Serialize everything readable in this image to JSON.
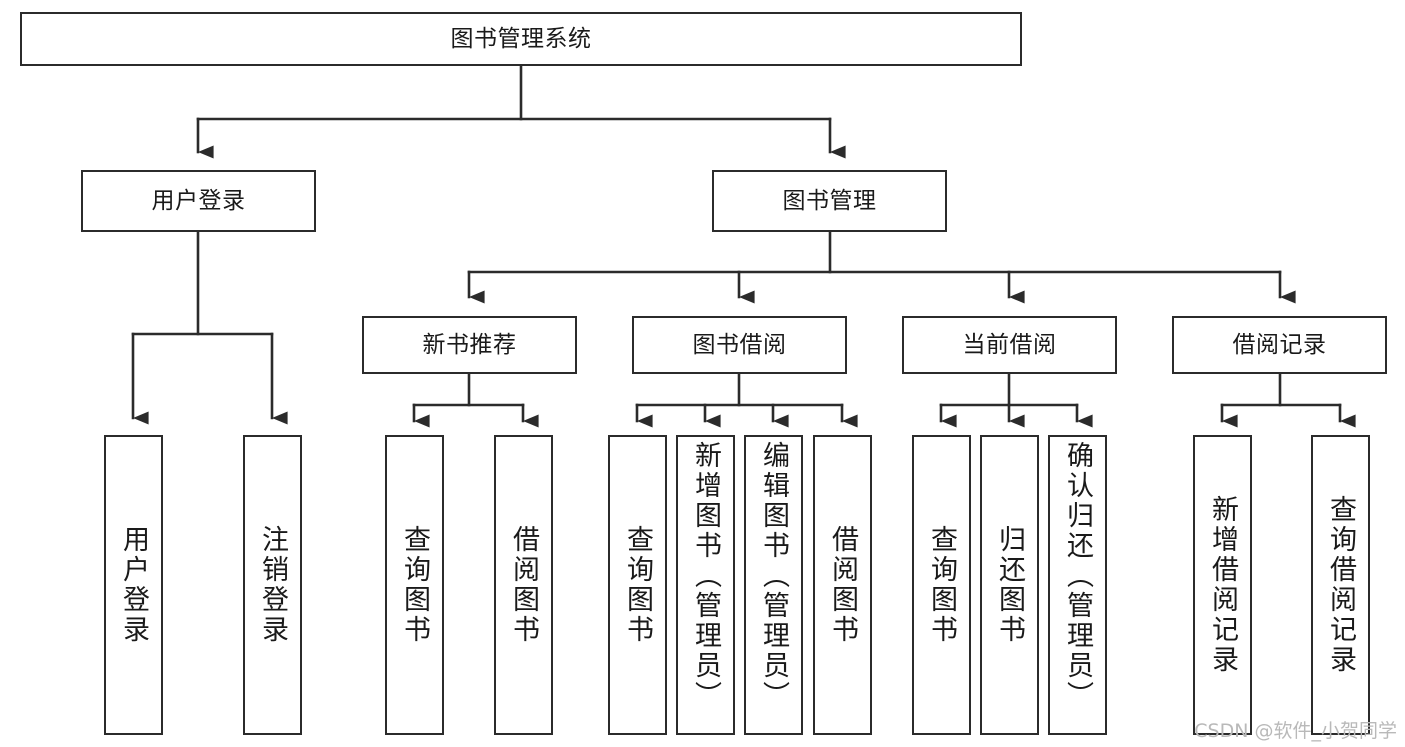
{
  "diagram": {
    "type": "tree-hierarchy",
    "title": "图书管理系统",
    "watermark": "CSDN @软件_小贺同学",
    "stroke_color": "#2b2b2b",
    "fill_color": "#ffffff",
    "text_color": "#1a1a1a",
    "nodes": {
      "root": {
        "label": "图书管理系统"
      },
      "level2": [
        {
          "id": "user-login",
          "label": "用户登录"
        },
        {
          "id": "book-manage",
          "label": "图书管理"
        }
      ],
      "level3": [
        {
          "id": "new-book-recommend",
          "label": "新书推荐"
        },
        {
          "id": "book-borrow",
          "label": "图书借阅"
        },
        {
          "id": "current-borrow",
          "label": "当前借阅"
        },
        {
          "id": "borrow-record",
          "label": "借阅记录"
        }
      ],
      "leaves": {
        "user-login": [
          {
            "id": "leaf-user-login",
            "label": "用户登录"
          },
          {
            "id": "leaf-logout-login",
            "label": "注销登录"
          }
        ],
        "new-book-recommend": [
          {
            "id": "leaf-query-book-1",
            "label": "查询图书"
          },
          {
            "id": "leaf-borrow-book-1",
            "label": "借阅图书"
          }
        ],
        "book-borrow": [
          {
            "id": "leaf-query-book-2",
            "label": "查询图书"
          },
          {
            "id": "leaf-add-book-admin",
            "label": "新增图书（管理员）"
          },
          {
            "id": "leaf-edit-book-admin",
            "label": "编辑图书（管理员）"
          },
          {
            "id": "leaf-borrow-book-2",
            "label": "借阅图书"
          }
        ],
        "current-borrow": [
          {
            "id": "leaf-query-book-3",
            "label": "查询图书"
          },
          {
            "id": "leaf-return-book",
            "label": "归还图书"
          },
          {
            "id": "leaf-confirm-return-admin",
            "label": "确认归还（管理员）"
          }
        ],
        "borrow-record": [
          {
            "id": "leaf-add-borrow-record",
            "label": "新增借阅记录"
          },
          {
            "id": "leaf-query-borrow-record",
            "label": "查询借阅记录"
          }
        ]
      }
    }
  }
}
